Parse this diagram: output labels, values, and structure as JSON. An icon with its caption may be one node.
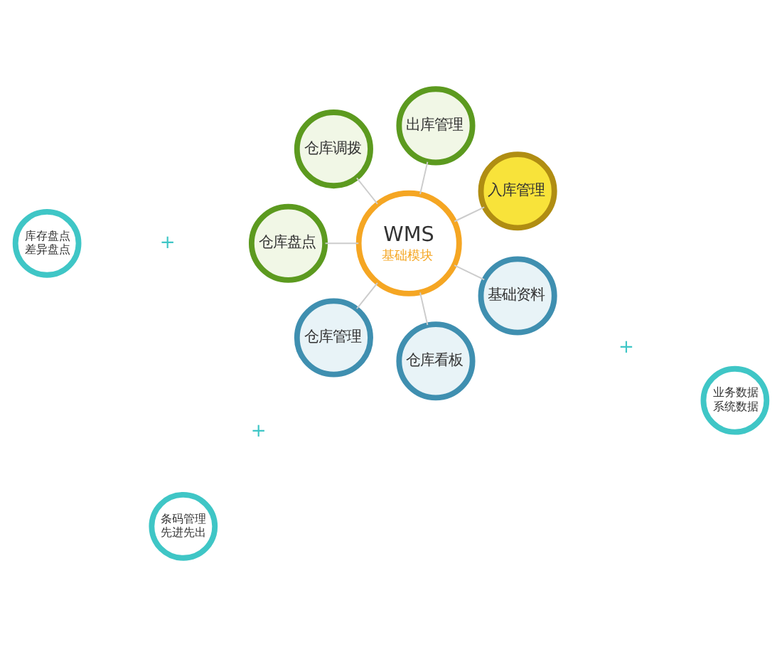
{
  "diagram": {
    "nodes": [
      {
        "text": [
          "WMS",
          "基础模块"
        ]
      },
      {
        "text": [
          "入库管理"
        ]
      },
      {
        "text": [
          "出库管理"
        ]
      },
      {
        "text": [
          "仓库调拨"
        ]
      },
      {
        "text": [
          "仓库盘点"
        ]
      },
      {
        "text": [
          "仓库管理"
        ]
      },
      {
        "text": [
          "仓库看板"
        ]
      },
      {
        "text": [
          "基础资料"
        ]
      },
      {
        "text": [
          "业务数据",
          "系统数据"
        ]
      },
      {
        "text": [
          "条码管理",
          "先进先出"
        ]
      },
      {
        "text": [
          "库存盘点",
          "差异盘点"
        ]
      }
    ],
    "edges": [
      {
        "from": 0,
        "to": 1,
        "arrow": "none"
      },
      {
        "from": 0,
        "to": 2,
        "arrow": "none"
      },
      {
        "from": 0,
        "to": 3,
        "arrow": "none"
      },
      {
        "from": 0,
        "to": 4,
        "arrow": "none"
      },
      {
        "from": 0,
        "to": 5,
        "arrow": "none"
      },
      {
        "from": 0,
        "to": 6,
        "arrow": "none"
      },
      {
        "from": 0,
        "to": 7,
        "arrow": "none"
      }
    ],
    "labels": [
      "+",
      "+",
      "+"
    ]
  }
}
